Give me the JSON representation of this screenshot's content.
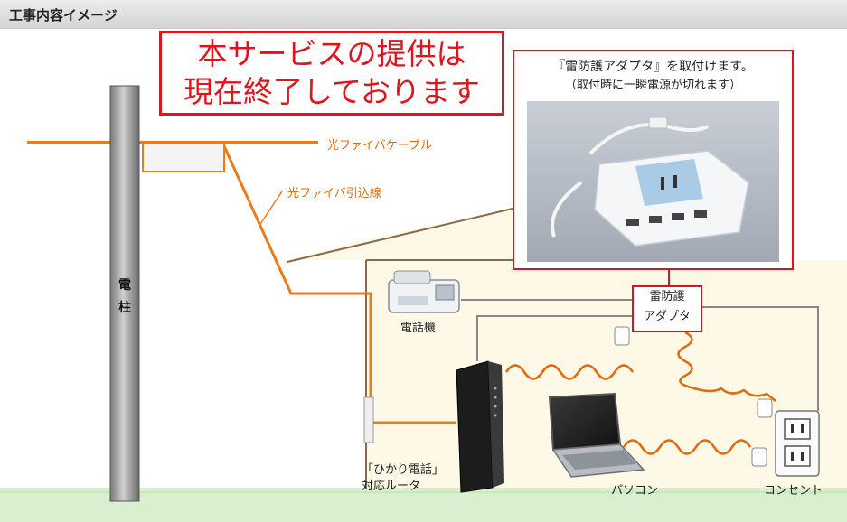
{
  "header": {
    "title": "工事内容イメージ"
  },
  "notice": {
    "line1": "本サービスの提供は",
    "line2": "現在終了しております"
  },
  "callout": {
    "line1": "『雷防護アダプタ』を取付けます。",
    "line2": "（取付時に一瞬電源が切れます）"
  },
  "labels": {
    "fiber_cable": "光ファイバケーブル",
    "fiber_dropin": "光ファイバ引込線",
    "pole_1": "電",
    "pole_2": "柱",
    "phone": "電話機",
    "adapter_1": "雷防護",
    "adapter_2": "アダプタ",
    "router_1": "「ひかり電話」",
    "router_2": "対応ルータ",
    "pc": "パソコン",
    "outlet": "コンセント"
  },
  "colors": {
    "fiber": "#ee7a1c",
    "alert_red": "#e0141c",
    "house_fill": "#fdf9e6",
    "ground": "#d8f0cf"
  }
}
